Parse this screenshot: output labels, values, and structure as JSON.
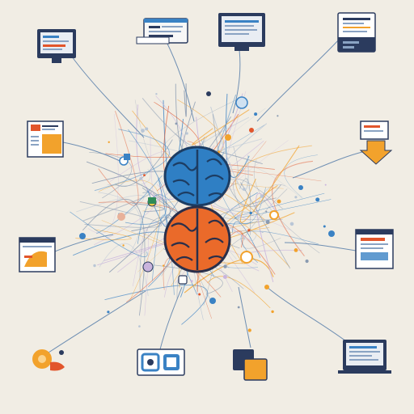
{
  "palette": {
    "background": "#f1ede4",
    "navy": "#2b3b5e",
    "blue": "#3a82c4",
    "orange": "#f2a22c",
    "red_orange": "#e2552b",
    "brain_blue": "#2a7bc0",
    "brain_orange": "#ea6a2a",
    "line_gray": "#8a9bb1"
  },
  "brain": {
    "top_lobe_icon": "brain-blue-icon",
    "bottom_lobe_icon": "brain-orange-icon"
  },
  "nodes": [
    {
      "id": "top-left-monitor",
      "icon": "monitor-icon",
      "caption": ""
    },
    {
      "id": "top-center-window",
      "icon": "browser-window-icon",
      "caption": ""
    },
    {
      "id": "top-right-laptop",
      "icon": "laptop-icon",
      "caption": ""
    },
    {
      "id": "far-right-device",
      "icon": "server-device-icon",
      "caption": ""
    },
    {
      "id": "left-document",
      "icon": "document-chart-icon",
      "caption": ""
    },
    {
      "id": "right-download",
      "icon": "download-arrow-icon",
      "caption": ""
    },
    {
      "id": "left-dashboard",
      "icon": "dashboard-icon",
      "caption": ""
    },
    {
      "id": "right-screen",
      "icon": "screen-icon",
      "caption": ""
    },
    {
      "id": "bottom-left-hand",
      "icon": "hand-gear-icon",
      "caption": ""
    },
    {
      "id": "bottom-center-app",
      "icon": "app-window-icon",
      "caption": ""
    },
    {
      "id": "bottom-mid-square",
      "icon": "square-stack-icon",
      "caption": ""
    },
    {
      "id": "bottom-right-laptop",
      "icon": "laptop-icon",
      "caption": ""
    }
  ]
}
